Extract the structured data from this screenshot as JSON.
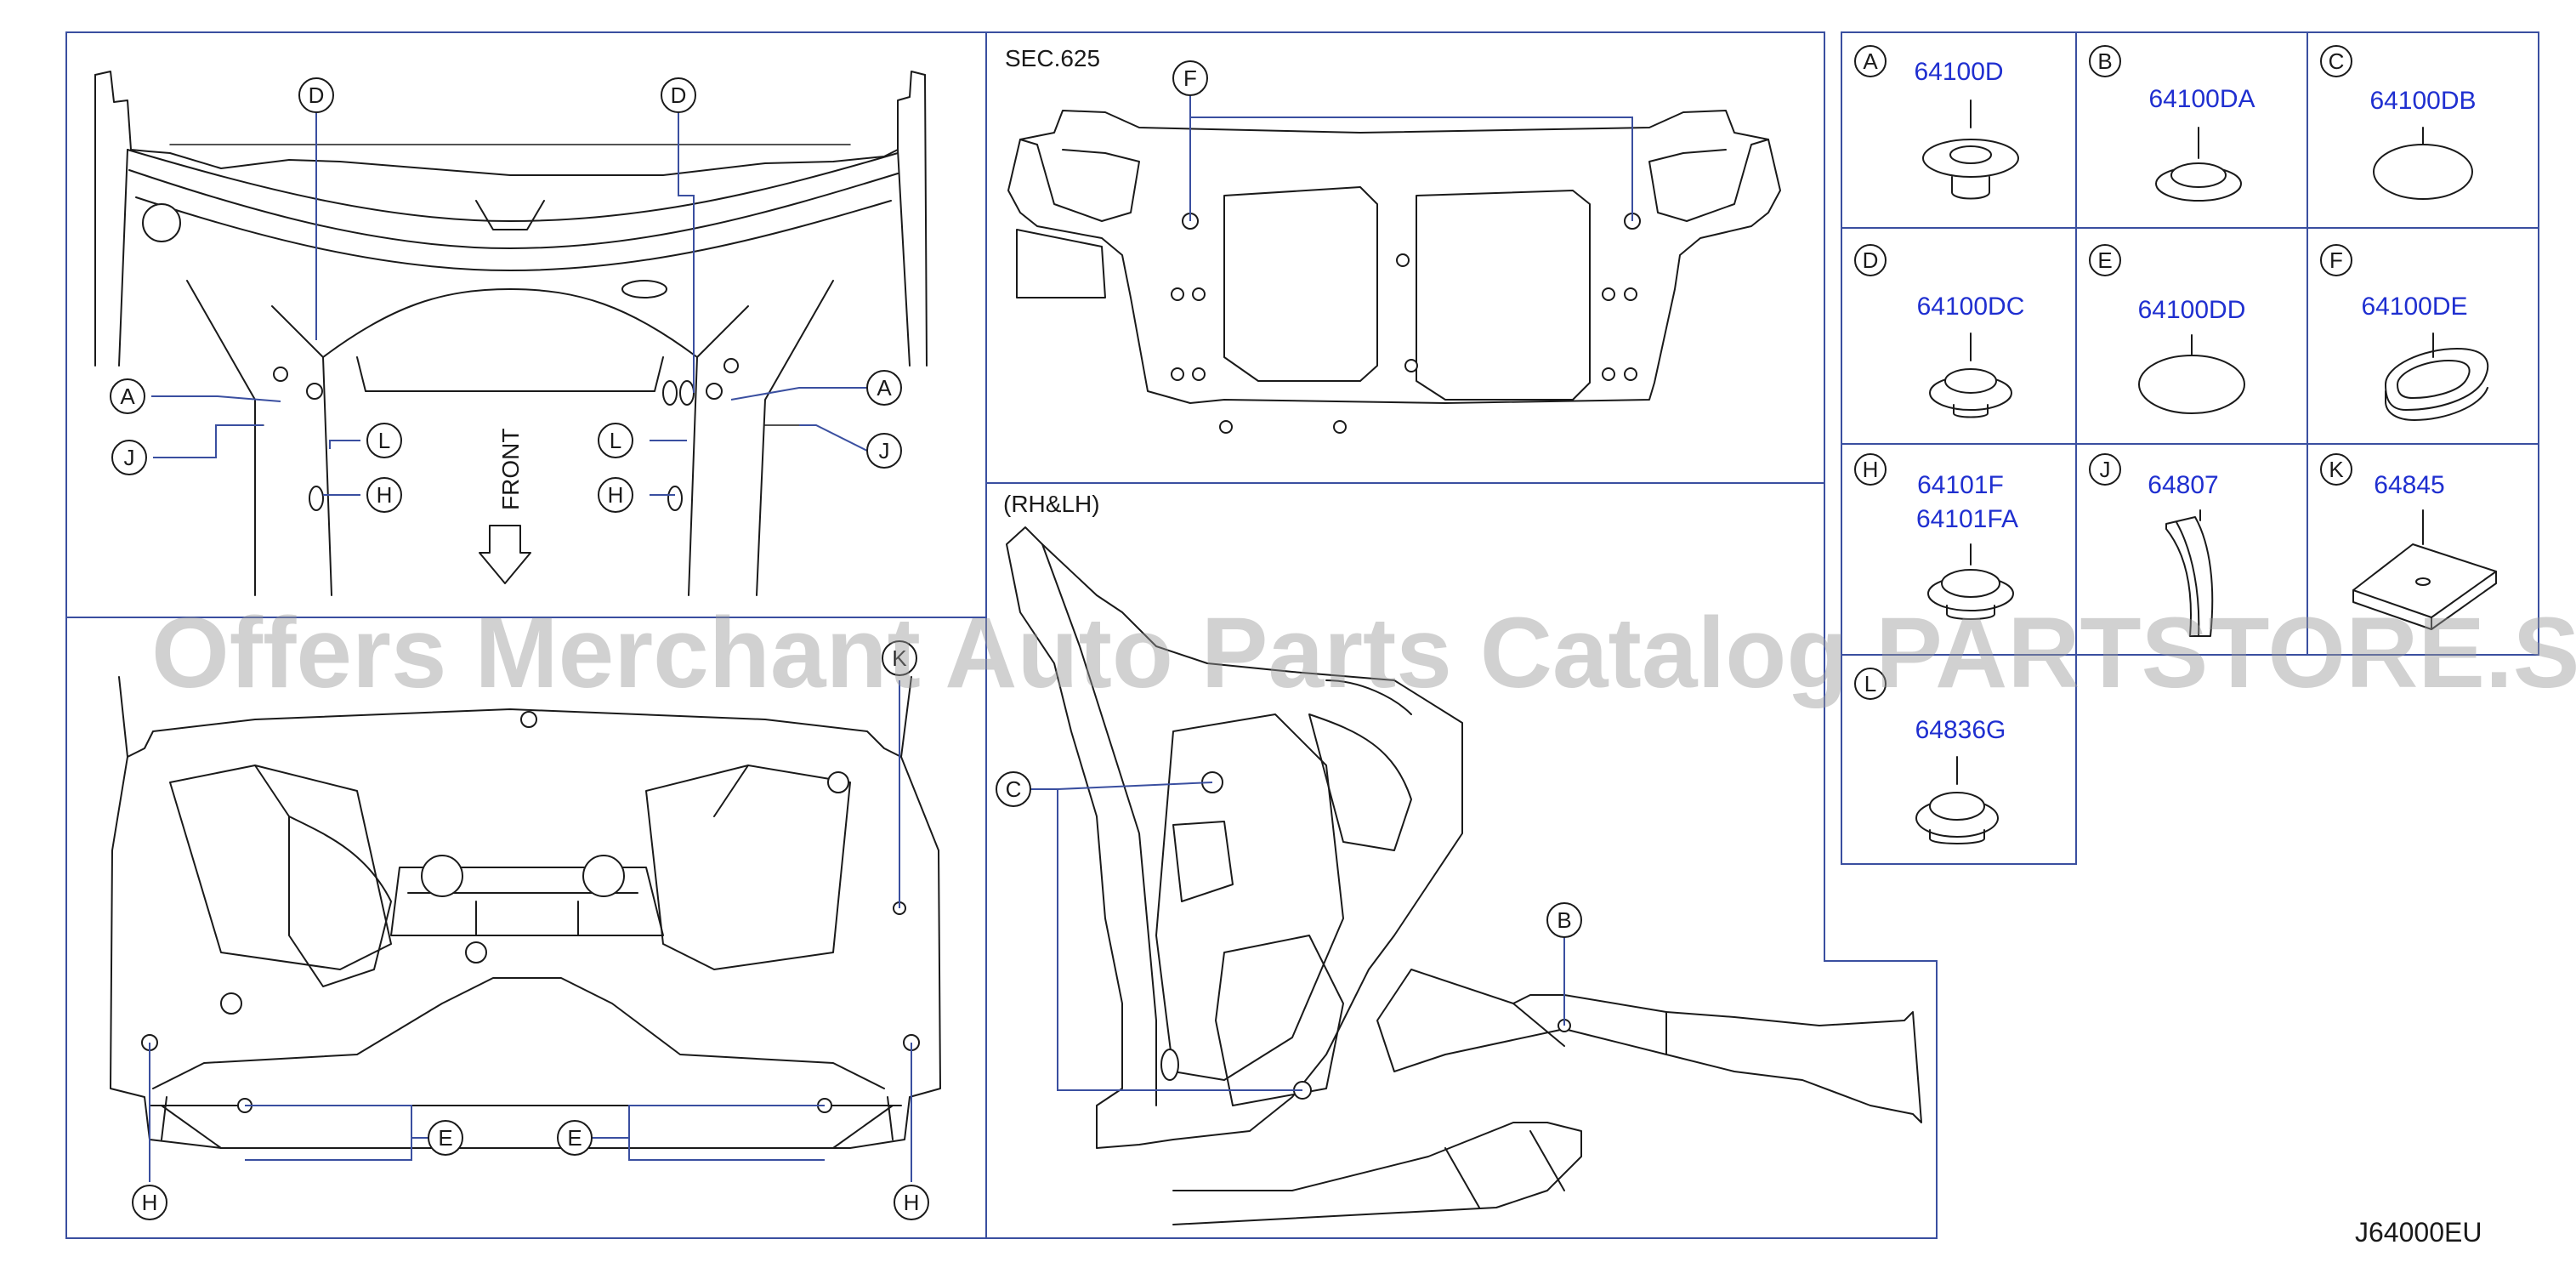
{
  "watermark": "Offers Merchant Auto Parts Catalog PARTSTORE.SA",
  "diagram_code": "J64000EU",
  "sections": {
    "sec625": "SEC.625",
    "rhlh": "(RH&LH)",
    "front": "FRONT"
  },
  "callouts": {
    "A": "A",
    "B": "B",
    "C": "C",
    "D": "D",
    "E": "E",
    "F": "F",
    "H": "H",
    "J": "J",
    "K": "K",
    "L": "L"
  },
  "legend": [
    {
      "letter": "A",
      "parts": [
        "64100D"
      ],
      "icon": "grommet-icon"
    },
    {
      "letter": "B",
      "parts": [
        "64100DA"
      ],
      "icon": "plug-icon"
    },
    {
      "letter": "C",
      "parts": [
        "64100DB"
      ],
      "icon": "oval-seal-icon"
    },
    {
      "letter": "D",
      "parts": [
        "64100DC"
      ],
      "icon": "plug-icon"
    },
    {
      "letter": "E",
      "parts": [
        "64100DD"
      ],
      "icon": "oval-seal-icon"
    },
    {
      "letter": "F",
      "parts": [
        "64100DE"
      ],
      "icon": "oval-grommet-icon"
    },
    {
      "letter": "H",
      "parts": [
        "64101F",
        "64101FA"
      ],
      "icon": "plug-icon"
    },
    {
      "letter": "J",
      "parts": [
        "64807"
      ],
      "icon": "seal-strip-icon"
    },
    {
      "letter": "K",
      "parts": [
        "64845"
      ],
      "icon": "pad-icon"
    },
    {
      "letter": "L",
      "parts": [
        "64836G"
      ],
      "icon": "plug-icon"
    }
  ]
}
